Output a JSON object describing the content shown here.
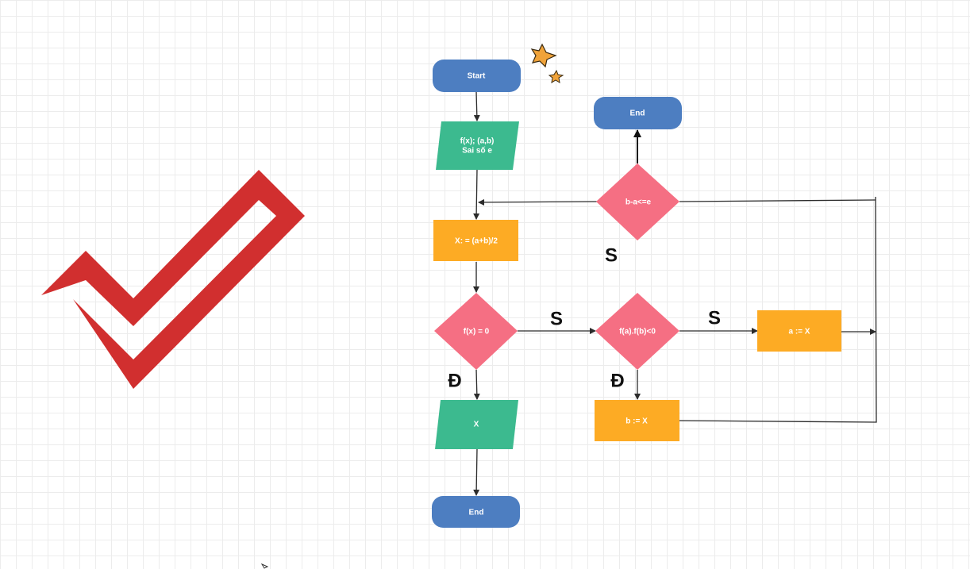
{
  "nodes": {
    "start": {
      "label": "Start",
      "type": "terminator",
      "color": "#4d7ec1"
    },
    "input": {
      "label_line1": "f(x); (a,b)",
      "label_line2": "Sai số e",
      "type": "input-output",
      "color": "#3cba8f"
    },
    "compute_x": {
      "label": "X: = (a+b)/2",
      "type": "process",
      "color": "#fdab24"
    },
    "check_fx": {
      "label": "f(x) = 0",
      "type": "decision",
      "color": "#f56f83"
    },
    "output_x": {
      "label": "X",
      "type": "input-output",
      "color": "#3cba8f"
    },
    "end_bottom": {
      "label": "End",
      "type": "terminator",
      "color": "#4d7ec1"
    },
    "check_sign": {
      "label": "f(a).f(b)<0",
      "type": "decision",
      "color": "#f56f83"
    },
    "assign_a": {
      "label": "a := X",
      "type": "process",
      "color": "#fdab24"
    },
    "assign_b": {
      "label": "b := X",
      "type": "process",
      "color": "#fdab24"
    },
    "check_error": {
      "label": "b-a<=e",
      "type": "decision",
      "color": "#f56f83"
    },
    "end_top": {
      "label": "End",
      "type": "terminator",
      "color": "#4d7ec1"
    }
  },
  "edge_labels": {
    "fx_no": "S",
    "fx_yes": "Đ",
    "sign_no": "S",
    "sign_yes": "Đ",
    "error_no": "S"
  },
  "decorations": {
    "checkmark_color": "#d12f2f",
    "star_color": "#f0a33a"
  }
}
